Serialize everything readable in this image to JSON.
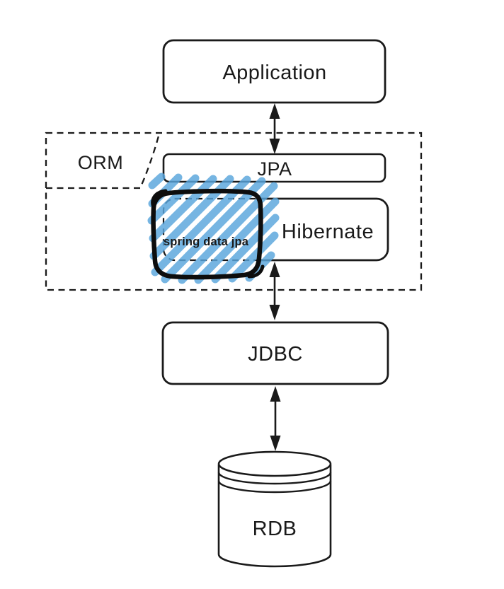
{
  "diagram": {
    "title": "JPA / Hibernate / Spring Data JPA architecture diagram",
    "nodes": {
      "application": {
        "label": "Application"
      },
      "jpa": {
        "label": "JPA"
      },
      "hibernate": {
        "label": "Hibernate"
      },
      "jdbc": {
        "label": "JDBC"
      },
      "rdb": {
        "label": "RDB"
      }
    },
    "boundary": {
      "label": "ORM"
    },
    "annotation": {
      "label": "spring data jpa"
    },
    "edges": [
      {
        "from": "Application",
        "to": "JPA",
        "style": "double-arrow"
      },
      {
        "from": "Hibernate",
        "to": "JDBC",
        "style": "double-arrow"
      },
      {
        "from": "JDBC",
        "to": "RDB",
        "style": "double-arrow"
      }
    ]
  },
  "colors": {
    "line": "#1a1a1a",
    "box_fill": "#ffffff",
    "highlight_stripe": "#59A5DC",
    "annotation_border": "#0d0d0d",
    "annotation_text": "#14283c"
  }
}
